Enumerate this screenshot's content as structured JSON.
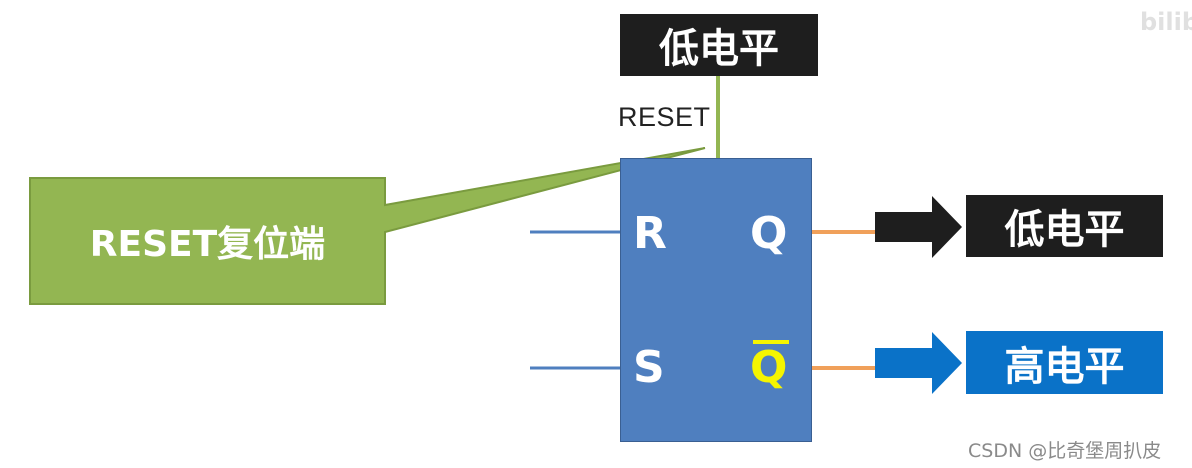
{
  "top_label": "低电平",
  "reset_pin_name": "RESET",
  "callout_text": "RESET复位端",
  "pins": {
    "r": "R",
    "s": "S",
    "q": "Q",
    "qbar": "Q"
  },
  "outputs": {
    "q": {
      "text": "低电平",
      "color": "#1e1e1e"
    },
    "qbar": {
      "text": "高电平",
      "color": "#0a72c8"
    }
  },
  "colors": {
    "block": "#4f7fbf",
    "callout": "#93b652",
    "reset_line": "#93b652",
    "input_lines": "#4f7fbf",
    "output_lines": "#f0a05a",
    "qbar_text": "#f5f500"
  },
  "watermarks": {
    "csdn": "CSDN @比奇堡周扒皮",
    "bili": "bilibili"
  }
}
